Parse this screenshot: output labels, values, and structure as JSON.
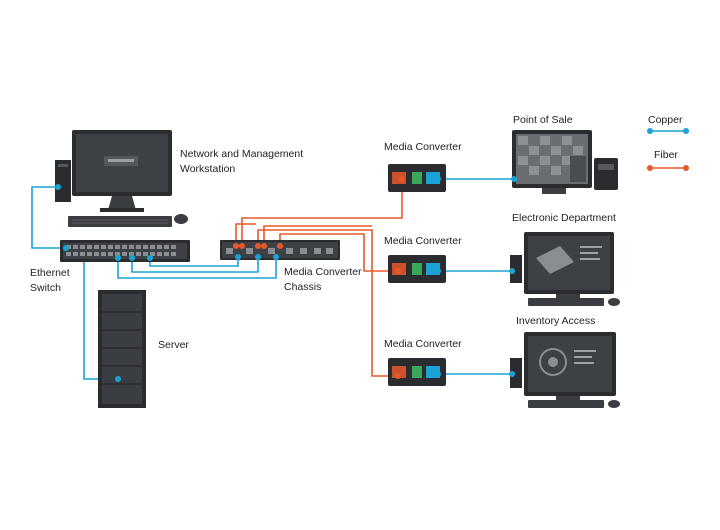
{
  "labels": {
    "workstation": [
      "Network and Management",
      "Workstation"
    ],
    "switch": [
      "Ethernet",
      "Switch"
    ],
    "chassis": [
      "Media Converter",
      "Chassis"
    ],
    "server": "Server",
    "converter_1": "Media Converter",
    "converter_2": "Media Converter",
    "converter_3": "Media Converter",
    "pos": "Point of Sale",
    "electronic": "Electronic Department",
    "inventory": "Inventory Access"
  },
  "legend": {
    "copper": "Copper",
    "fiber": "Fiber"
  },
  "colors": {
    "copper": "#1aa3d4",
    "fiber": "#e8592a",
    "device_dark": "#2a2c30",
    "device_mid": "#4a4d52",
    "device_light": "#8a8d92"
  }
}
